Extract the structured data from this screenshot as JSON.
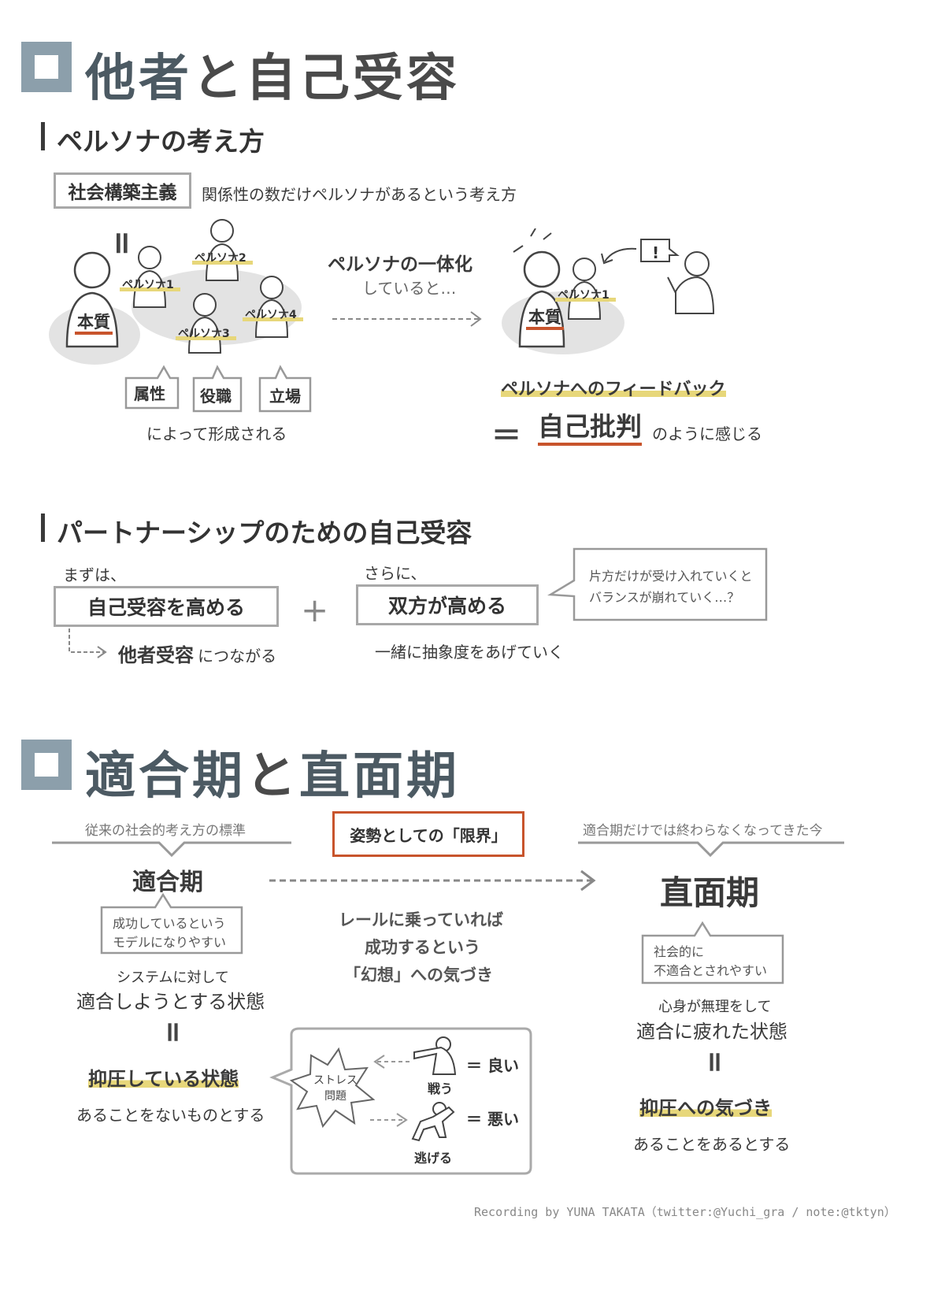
{
  "section1": {
    "title_a": "他者",
    "title_b": "と自己受容",
    "sub1": {
      "heading": "ペルソナの考え方",
      "term": "社会構築主義",
      "term_desc": "関係性の数だけペルソナがあるという考え方",
      "equal": "=",
      "core": "本質",
      "personas": [
        "ペルソナ1",
        "ペルソナ2",
        "ペルソナ3",
        "ペルソナ4"
      ],
      "bubbles": [
        "属性",
        "役職",
        "立場"
      ],
      "formed_by": "によって形成される",
      "unify_title": "ペルソナの一体化",
      "unify_sub": "していると…",
      "right_core": "本質",
      "right_persona": "ペルソナ1",
      "exclaim": "!",
      "feedback": "ペルソナへのフィードバック",
      "eq_sign": "＝",
      "self_critic": "自己批判",
      "feels_like": "のように感じる"
    },
    "sub2": {
      "heading": "パートナーシップのための自己受容",
      "first": "まずは、",
      "box1": "自己受容を高める",
      "plus": "+",
      "leads_bold": "他者受容",
      "leads_rest": "につながる",
      "further": "さらに、",
      "box2": "双方が高める",
      "box2_desc": "一緒に抽象度をあげていく",
      "note_line1": "片方だけが受け入れていくと",
      "note_line2": "バランスが崩れていく…？"
    }
  },
  "section2": {
    "title_a": "適合期",
    "title_b": "と",
    "title_c": "直面期",
    "left": {
      "caption": "従来の社会的考え方の標準",
      "title": "適合期",
      "bubble_line1": "成功しているという",
      "bubble_line2": "モデルになりやすい",
      "desc_small": "システムに対して",
      "desc_big": "適合しようとする状態",
      "equal": "=",
      "state": "抑圧している状態",
      "state_desc": "あることをないものとする"
    },
    "center": {
      "limit_box": "姿勢としての「限界」",
      "line1": "レールに乗っていれば",
      "line2": "成功するという",
      "line3": "「幻想」への気づき",
      "stress_line1": "ストレス",
      "stress_line2": "問題",
      "fight": "戦う",
      "flee": "逃げる",
      "good": "＝ 良い",
      "bad": "＝ 悪い"
    },
    "right": {
      "caption": "適合期だけでは終わらなくなってきた今",
      "title": "直面期",
      "bubble_line1": "社会的に",
      "bubble_line2": "不適合とされやすい",
      "desc_small": "心身が無理をして",
      "desc_big": "適合に疲れた状態",
      "equal": "=",
      "state": "抑圧への気づき",
      "state_desc": "あることをあるとする"
    }
  },
  "credit": "Recording by YUNA TAKATA（twitter:@Yuchi_gra / note:@tktyn）",
  "colors": {
    "accent_box": "#8c9fab",
    "highlight": "#e7d77a",
    "red": "#c8542c"
  }
}
